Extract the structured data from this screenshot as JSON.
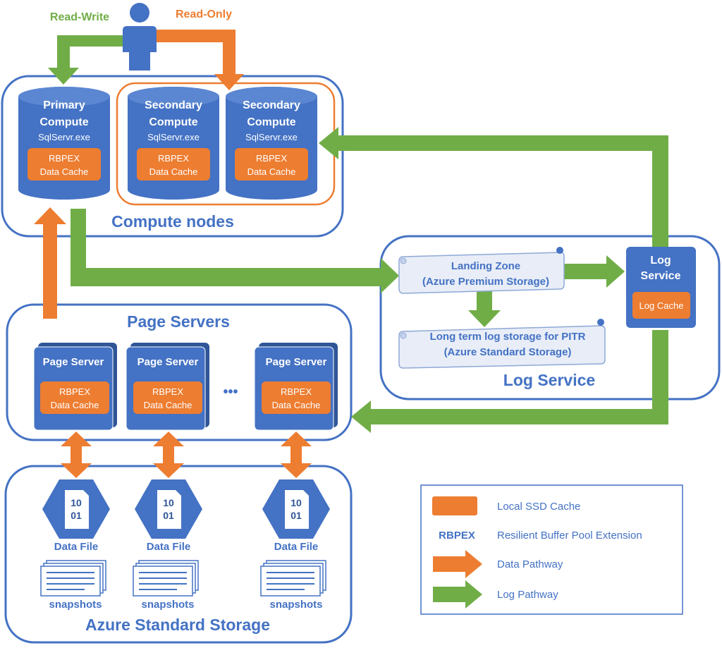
{
  "user": {
    "read_write_label": "Read-Write",
    "read_only_label": "Read-Only"
  },
  "compute": {
    "group_label": "Compute nodes",
    "primary": {
      "line1": "Primary",
      "line2": "Compute",
      "process": "SqlServr.exe",
      "cache_line1": "RBPEX",
      "cache_line2": "Data Cache"
    },
    "secondaries": [
      {
        "line1": "Secondary",
        "line2": "Compute",
        "process": "SqlServr.exe",
        "cache_line1": "RBPEX",
        "cache_line2": "Data Cache"
      },
      {
        "line1": "Secondary",
        "line2": "Compute",
        "process": "SqlServr.exe",
        "cache_line1": "RBPEX",
        "cache_line2": "Data Cache"
      }
    ]
  },
  "page_servers": {
    "group_label": "Page Servers",
    "ellipsis": "•••",
    "servers": [
      {
        "title": "Page Server",
        "cache_line1": "RBPEX",
        "cache_line2": "Data Cache"
      },
      {
        "title": "Page Server",
        "cache_line1": "RBPEX",
        "cache_line2": "Data Cache"
      },
      {
        "title": "Page Server",
        "cache_line1": "RBPEX",
        "cache_line2": "Data Cache"
      }
    ]
  },
  "log_service": {
    "group_label": "Log Service",
    "landing_zone": {
      "line1": "Landing Zone",
      "line2": "(Azure Premium Storage)"
    },
    "long_term": {
      "line1": "Long term log storage for PITR",
      "line2": "(Azure Standard Storage)"
    },
    "node": {
      "line1": "Log",
      "line2": "Service",
      "cache": "Log Cache"
    }
  },
  "storage": {
    "group_label": "Azure Standard Storage",
    "files": [
      {
        "icon_line1": "10",
        "icon_line2": "01",
        "label": "Data File",
        "snapshot_label": "snapshots"
      },
      {
        "icon_line1": "10",
        "icon_line2": "01",
        "label": "Data File",
        "snapshot_label": "snapshots"
      },
      {
        "icon_line1": "10",
        "icon_line2": "01",
        "label": "Data File",
        "snapshot_label": "snapshots"
      }
    ]
  },
  "legend": {
    "items": [
      {
        "key": "",
        "label": "Local SSD Cache"
      },
      {
        "key": "RBPEX",
        "label": "Resilient Buffer Pool Extension"
      },
      {
        "key": "",
        "label": "Data Pathway"
      },
      {
        "key": "",
        "label": "Log Pathway"
      }
    ]
  },
  "colors": {
    "blue": "#4472c4",
    "dark_blue": "#3b64b0",
    "orange": "#ed7d31",
    "green": "#70ad47",
    "text_blue": "#4472c4",
    "white": "#ffffff"
  }
}
